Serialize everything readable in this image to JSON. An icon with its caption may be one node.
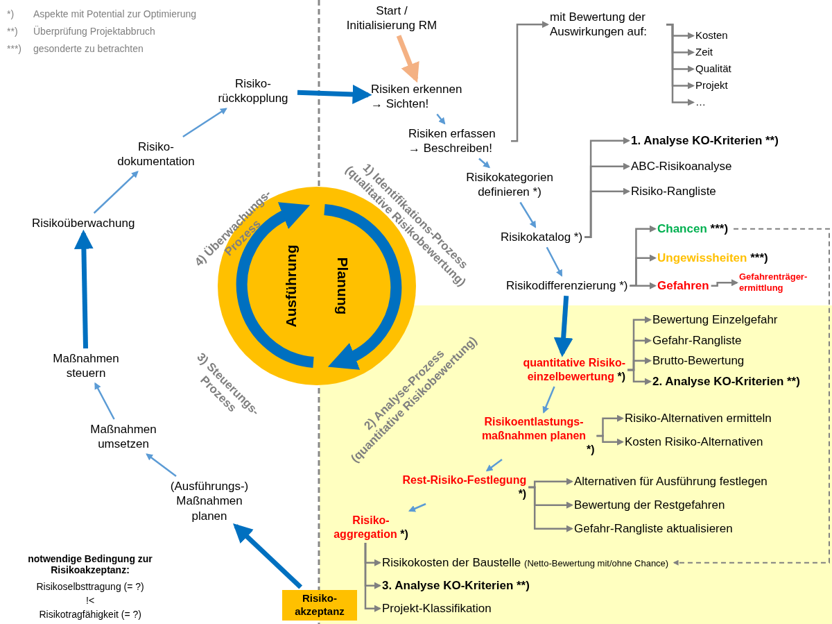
{
  "diagram": {
    "nodes": [
      {
        "text": [
          "Start / Initialisierung RM"
        ]
      },
      {
        "text": [
          "Risiken erkennen → Sichten!"
        ]
      },
      {
        "text": [
          "Risiken erfassen → Beschreiben!"
        ]
      },
      {
        "text": [
          "mit Bewertung der Auswirkungen auf:"
        ]
      },
      {
        "text": [
          "Kosten"
        ]
      },
      {
        "text": [
          "Zeit"
        ]
      },
      {
        "text": [
          "Qualität"
        ]
      },
      {
        "text": [
          "Projekt"
        ]
      },
      {
        "text": [
          "…"
        ]
      },
      {
        "text": [
          "Risikokategorien definieren *)"
        ]
      },
      {
        "text": [
          "1. Analyse KO-Kriterien **)"
        ]
      },
      {
        "text": [
          "ABC-Risikoanalyse"
        ]
      },
      {
        "text": [
          "Risiko-Rangliste"
        ]
      },
      {
        "text": [
          "Risikokatalog *)"
        ]
      },
      {
        "text": [
          "Chancen",
          "***)"
        ]
      },
      {
        "text": [
          "Ungewissheiten",
          "***)"
        ]
      },
      {
        "text": [
          "Risikodifferenzierung *)"
        ]
      },
      {
        "text": [
          "Gefahren"
        ]
      },
      {
        "text": [
          "Gefahrenträger- ermittlung"
        ]
      },
      {
        "text": [
          "quantitative Risiko- einzelbewertung",
          "*)"
        ]
      },
      {
        "text": [
          "Bewertung Einzelgefahr"
        ]
      },
      {
        "text": [
          "Gefahr-Rangliste"
        ]
      },
      {
        "text": [
          "Brutto-Bewertung"
        ]
      },
      {
        "text": [
          "2. Analyse KO-Kriterien **)"
        ]
      },
      {
        "text": [
          "Risikoentlastungs- maßnahmen planen",
          "*)"
        ]
      },
      {
        "text": [
          "Risiko-Alternativen ermitteln"
        ]
      },
      {
        "text": [
          "Kosten Risiko-Alternativen"
        ]
      },
      {
        "text": [
          "Rest-Risiko-Festlegung",
          "*)"
        ]
      },
      {
        "text": [
          "Alternativen für Ausführung festlegen"
        ]
      },
      {
        "text": [
          "Bewertung der Restgefahren"
        ]
      },
      {
        "text": [
          "Gefahr-Rangliste aktualisieren"
        ]
      },
      {
        "text": [
          "Risiko- aggregation",
          "*)"
        ]
      },
      {
        "text": [
          "Risikokosten der Baustelle",
          "(Netto-Bewertung mit/ohne Chance)"
        ]
      },
      {
        "text": [
          "3. Analyse KO-Kriterien **)"
        ]
      },
      {
        "text": [
          "Projekt-Klassifikation"
        ]
      },
      {
        "text": [
          "Risiko- akzeptanz"
        ]
      },
      {
        "text": [
          "(Ausführungs-) Maßnahmen planen"
        ]
      },
      {
        "text": [
          "Maßnahmen umsetzen"
        ]
      },
      {
        "text": [
          "Maßnahmen steuern"
        ]
      },
      {
        "text": [
          "Risikoüberwachung"
        ]
      },
      {
        "text": [
          "Risiko- dokumentation"
        ]
      },
      {
        "text": [
          "Risiko- rückkopplung"
        ]
      },
      {
        "text": [
          "Ausführung",
          "Planung"
        ]
      }
    ],
    "edges": [
      {
        "from": 0,
        "to": 1,
        "arrow": "to",
        "style": "thick",
        "color": "#f4b183"
      },
      {
        "from": 1,
        "to": 2,
        "arrow": "to",
        "color": "#5b9bd5"
      },
      {
        "from": 2,
        "to": 9,
        "arrow": "to",
        "color": "#5b9bd5"
      },
      {
        "from": 9,
        "to": 13,
        "arrow": "to",
        "color": "#5b9bd5"
      },
      {
        "from": 13,
        "to": 16,
        "arrow": "to",
        "color": "#5b9bd5"
      },
      {
        "from": 2,
        "to": 3,
        "arrow": "to"
      },
      {
        "from": 3,
        "to": 4,
        "arrow": "to"
      },
      {
        "from": 3,
        "to": 5,
        "arrow": "to"
      },
      {
        "from": 3,
        "to": 6,
        "arrow": "to"
      },
      {
        "from": 3,
        "to": 7,
        "arrow": "to"
      },
      {
        "from": 3,
        "to": 8,
        "arrow": "to"
      },
      {
        "from": 13,
        "to": 10,
        "arrow": "to"
      },
      {
        "from": 13,
        "to": 11,
        "arrow": "to"
      },
      {
        "from": 13,
        "to": 12,
        "arrow": "to"
      },
      {
        "from": 16,
        "to": 14,
        "arrow": "to"
      },
      {
        "from": 16,
        "to": 15,
        "arrow": "to"
      },
      {
        "from": 16,
        "to": 17,
        "arrow": "to"
      },
      {
        "from": 17,
        "to": 18,
        "arrow": "to"
      },
      {
        "from": 14,
        "to": 32,
        "arrow": "to",
        "style": "dashed"
      },
      {
        "from": 16,
        "to": 19,
        "arrow": "to",
        "style": "thick",
        "color": "#0070c0"
      },
      {
        "from": 19,
        "to": 20,
        "arrow": "to"
      },
      {
        "from": 19,
        "to": 21,
        "arrow": "to"
      },
      {
        "from": 19,
        "to": 22,
        "arrow": "to"
      },
      {
        "from": 19,
        "to": 23,
        "arrow": "to"
      },
      {
        "from": 19,
        "to": 24,
        "arrow": "to",
        "color": "#5b9bd5"
      },
      {
        "from": 24,
        "to": 25,
        "arrow": "to"
      },
      {
        "from": 24,
        "to": 26,
        "arrow": "to"
      },
      {
        "from": 24,
        "to": 27,
        "arrow": "to",
        "color": "#5b9bd5"
      },
      {
        "from": 27,
        "to": 28,
        "arrow": "to"
      },
      {
        "from": 27,
        "to": 29,
        "arrow": "to"
      },
      {
        "from": 27,
        "to": 30,
        "arrow": "to"
      },
      {
        "from": 27,
        "to": 31,
        "arrow": "to",
        "color": "#5b9bd5"
      },
      {
        "from": 31,
        "to": 32,
        "arrow": "to"
      },
      {
        "from": 31,
        "to": 33,
        "arrow": "to"
      },
      {
        "from": 31,
        "to": 34,
        "arrow": "to"
      },
      {
        "from": 35,
        "to": 36,
        "arrow": "to",
        "style": "thick",
        "color": "#0070c0"
      },
      {
        "from": 36,
        "to": 37,
        "arrow": "to",
        "color": "#5b9bd5"
      },
      {
        "from": 37,
        "to": 38,
        "arrow": "to",
        "color": "#5b9bd5"
      },
      {
        "from": 38,
        "to": 39,
        "arrow": "to",
        "style": "thick",
        "color": "#0070c0"
      },
      {
        "from": 39,
        "to": 40,
        "arrow": "to",
        "color": "#5b9bd5"
      },
      {
        "from": 40,
        "to": 41,
        "arrow": "to",
        "color": "#5b9bd5"
      },
      {
        "from": 41,
        "to": 1,
        "arrow": "to",
        "style": "thick",
        "color": "#0070c0"
      }
    ],
    "labels": [
      "*)",
      "Aspekte mit Potential zur Optimierung",
      "**)",
      "Überprüfung Projektabbruch",
      "***)",
      "gesonderte zu betrachten",
      "4) Überwachungs- Prozess",
      "1) Identifikations-Prozess (qualitative Risikobewertung)",
      "3) Steuerungs- Prozess",
      "2) Analyse-Prozess (quantitative Risikobewertung)",
      "notwendige Bedingung zur Risikoakzeptanz:",
      "Risikoselbsttragung (= ?)",
      "!<",
      "Risikotragfähigkeit (= ?)"
    ]
  }
}
